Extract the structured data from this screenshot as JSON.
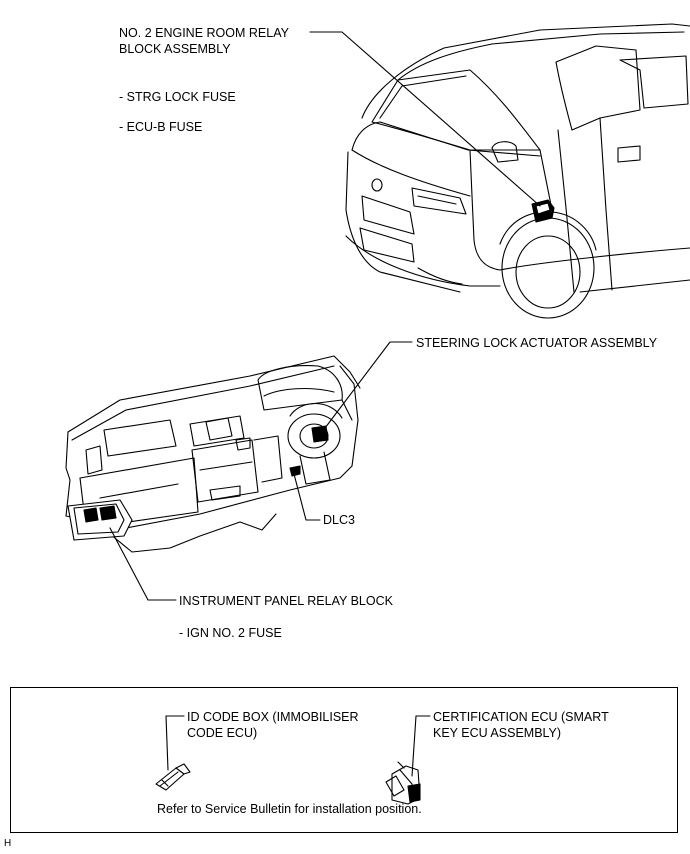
{
  "labels": {
    "relay_block_line1": "NO. 2 ENGINE ROOM RELAY",
    "relay_block_line2": "BLOCK ASSEMBLY",
    "fuse_strg_lock": "- STRG LOCK FUSE",
    "fuse_ecu_b": "- ECU-B FUSE",
    "steering_lock_actuator": "STEERING LOCK ACTUATOR ASSEMBLY",
    "dlc3": "DLC3",
    "instrument_panel_relay_block": "INSTRUMENT PANEL RELAY BLOCK",
    "fuse_ign_no2": "- IGN NO. 2 FUSE"
  },
  "note_box": {
    "id_code_box_line1": "ID CODE BOX (IMMOBILISER",
    "id_code_box_line2": "CODE ECU)",
    "certification_ecu_line1": "CERTIFICATION ECU (SMART",
    "certification_ecu_line2": "KEY ECU ASSEMBLY)",
    "footnote": "Refer to Service Bulletin for installation position."
  },
  "corner_mark": "H"
}
